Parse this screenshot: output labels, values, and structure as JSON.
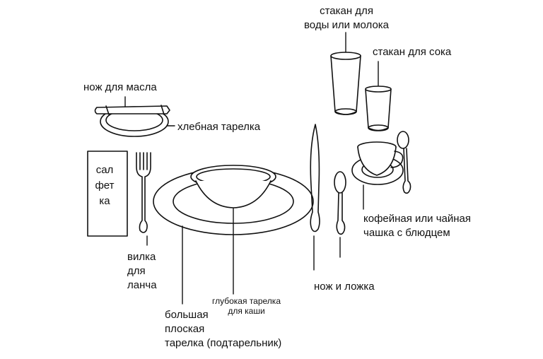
{
  "labels": {
    "butter_knife": "нож для масла",
    "bread_plate": "хлебная тарелка",
    "napkin": "сал\nфет\nка",
    "fork": "вилка\nдля\nланча",
    "charger": "большая\nплоская\nтарелка (подтарельник)",
    "bowl": "глубокая тарелка\nдля каши",
    "knife_spoon": "нож и ложка",
    "cup": "кофейная или чайная\nчашка с блюдцем",
    "water_glass": "стакан для\nводы или молока",
    "juice_glass": "стакан для сока"
  }
}
